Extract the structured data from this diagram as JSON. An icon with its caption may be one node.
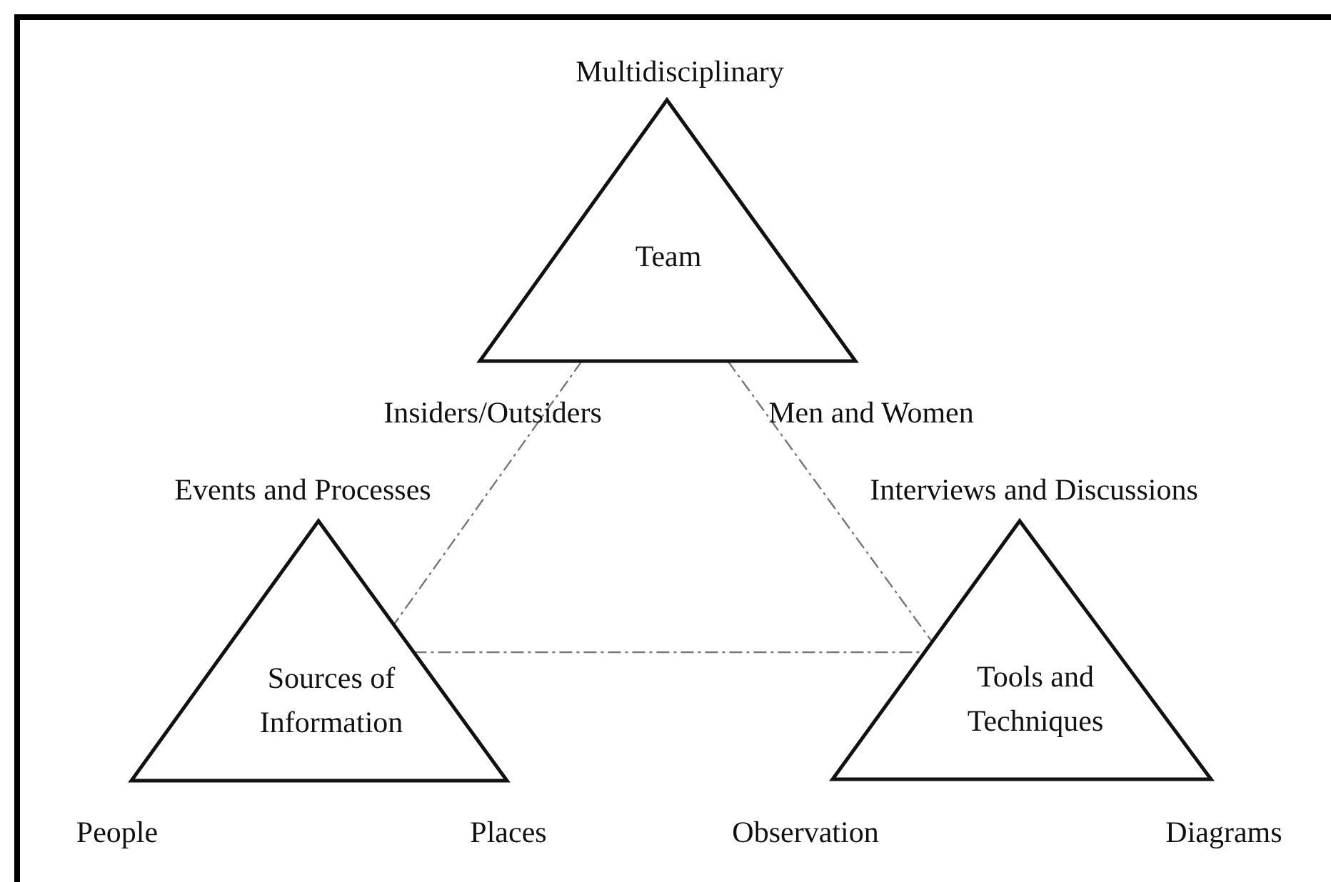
{
  "diagram": {
    "nodes": [
      {
        "text": [
          "Team"
        ],
        "beside": [
          "Multidisciplinary",
          "Insiders/Outsiders",
          "Men and Women"
        ]
      },
      {
        "text": [
          "Sources of Information"
        ],
        "beside": [
          "Events and Processes",
          "People",
          "Places"
        ]
      },
      {
        "text": [
          "Tools and Techniques"
        ],
        "beside": [
          "Interviews and Discussions",
          "Observation",
          "Diagrams"
        ]
      }
    ],
    "edges": [
      {
        "from": 0,
        "to": 1,
        "arrow": "none",
        "style": "dashed"
      },
      {
        "from": 0,
        "to": 2,
        "arrow": "none",
        "style": "dashed"
      },
      {
        "from": 1,
        "to": 2,
        "arrow": "none",
        "style": "dashed"
      }
    ]
  }
}
